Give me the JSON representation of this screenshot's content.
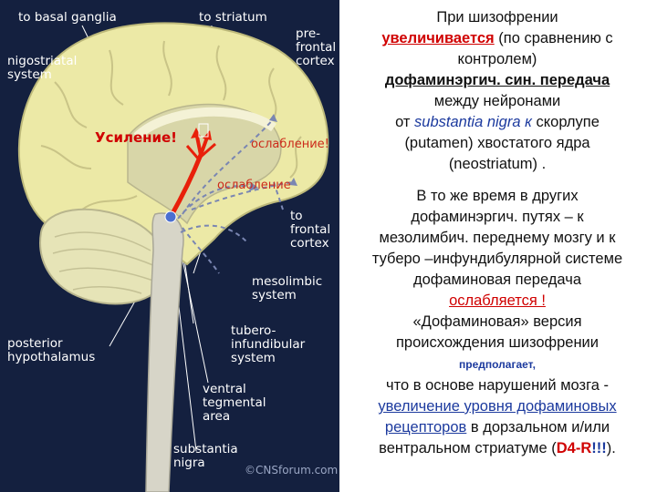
{
  "figure": {
    "labels": {
      "to_basal_ganglia": "to basal ganglia",
      "to_striatum": "to striatum",
      "nigostriatal": "nigostriatal\nsystem",
      "prefrontal_cortex": "pre-\nfrontal\ncortex",
      "to_frontal_cortex": "to\nfrontal\ncortex",
      "mesolimbic": "mesolimbic\nsystem",
      "tuberoinfundibular": "tubero-\ninfundibular\nsystem",
      "posterior_hypothalamus": "posterior\nhypothalamus",
      "ventral_tegmental": "ventral\ntegmental\narea",
      "substantia_nigra": "substantia\nnigra",
      "copyright": "©CNSforum.com"
    },
    "annotations": {
      "increase": "Усиление!",
      "weakening_1": "ослабление!",
      "weakening_2": "ослабление"
    },
    "colors": {
      "background": "#14203f",
      "brain_cortex": "#ece9a6",
      "cerebellum": "#e6e4b7",
      "pathway_red": "#e8200a",
      "pathway_dashed": "#7a86b2"
    }
  },
  "text": {
    "p1": {
      "l1": "При шизофрении",
      "l2_bold": "увеличивается",
      "l2_rest": " (по сравнению с",
      "l3": "контролем)",
      "l4_bold": "дофаминэргич. син. передача",
      "l5": "между нейронами",
      "l6_pre": "от ",
      "l6_latin": "substantia nigra к",
      "l6_post": " скорлупе",
      "l7": "(putamen) хвостатого ядра",
      "l8": "(neostriatum) ."
    },
    "p2": {
      "l1": "В то же время в других",
      "l2": "дофаминэргич. путях – к",
      "l3": "мезолимбич. переднему мозгу и к",
      "l4": "туберо –инфундибулярной системе",
      "l5": "дофаминовая передача",
      "l6": "ослабляется !",
      "l7": "«Дофаминовая» версия",
      "l8": "происхождения  шизофрении",
      "l9": "предполагает,",
      "l10": "что в основе нарушений мозга  -",
      "l11": "увеличение уровня дофаминовых",
      "l12_u": "рецепторов",
      "l12_rest": " в дорзальном и/или",
      "l13_pre": "вентральном стриатуме (",
      "l13_d4": "D4-R",
      "l13_excl": "!!!",
      "l13_post": ")."
    }
  }
}
